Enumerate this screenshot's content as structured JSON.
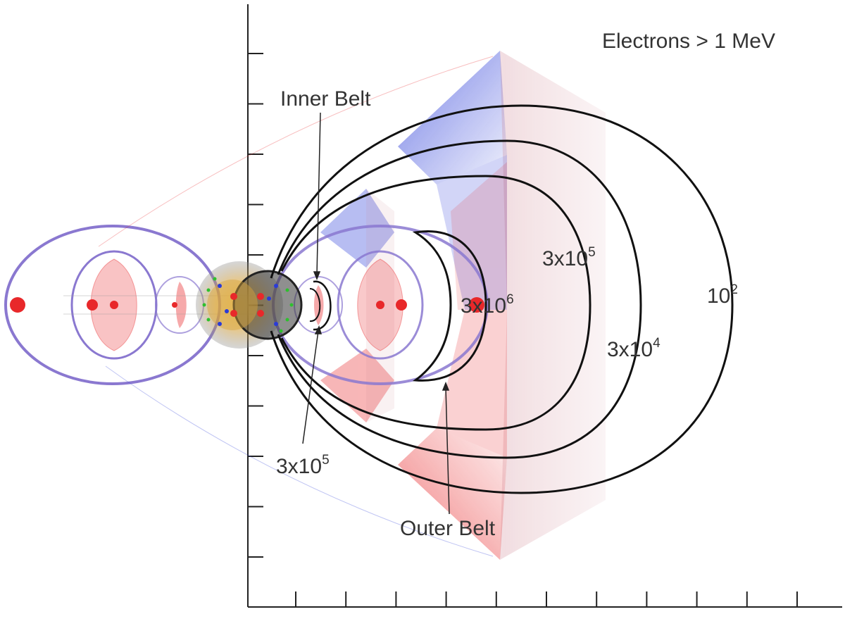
{
  "figure": {
    "title": "Electrons > 1 MeV",
    "annotations": {
      "inner_belt": "Inner Belt",
      "outer_belt": "Outer Belt",
      "inner_flux": {
        "base": "3x10",
        "exp": "5"
      }
    },
    "contours": [
      {
        "base": "10",
        "exp": "2"
      },
      {
        "base": "3x10",
        "exp": "4"
      },
      {
        "base": "3x10",
        "exp": "5"
      },
      {
        "base": "3x10",
        "exp": "6"
      }
    ],
    "colors": {
      "overlay_blue": "#2a3bd8",
      "overlay_red": "#e8282a",
      "orbit_purple": "#8a78d0",
      "contour": "#111111",
      "earth_gold": "#d8a33a"
    }
  }
}
